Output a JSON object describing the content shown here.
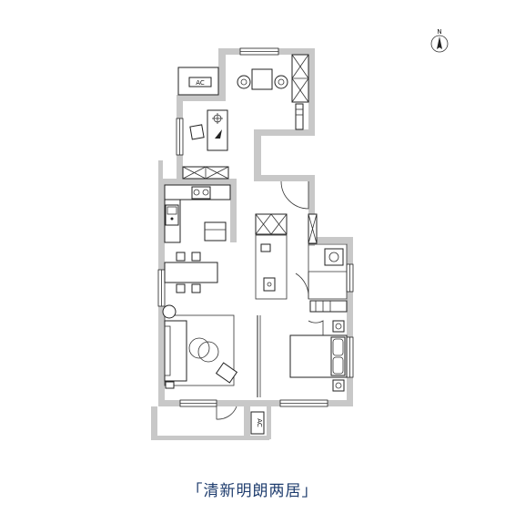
{
  "caption": "「清新明朗两居」",
  "compass": {
    "label": "N"
  },
  "labels": {
    "ac_top": "AC",
    "ac_bottom": "AC"
  },
  "colors": {
    "wall": "#c8c8c8",
    "line": "#222222",
    "caption": "#1f3d6e"
  }
}
